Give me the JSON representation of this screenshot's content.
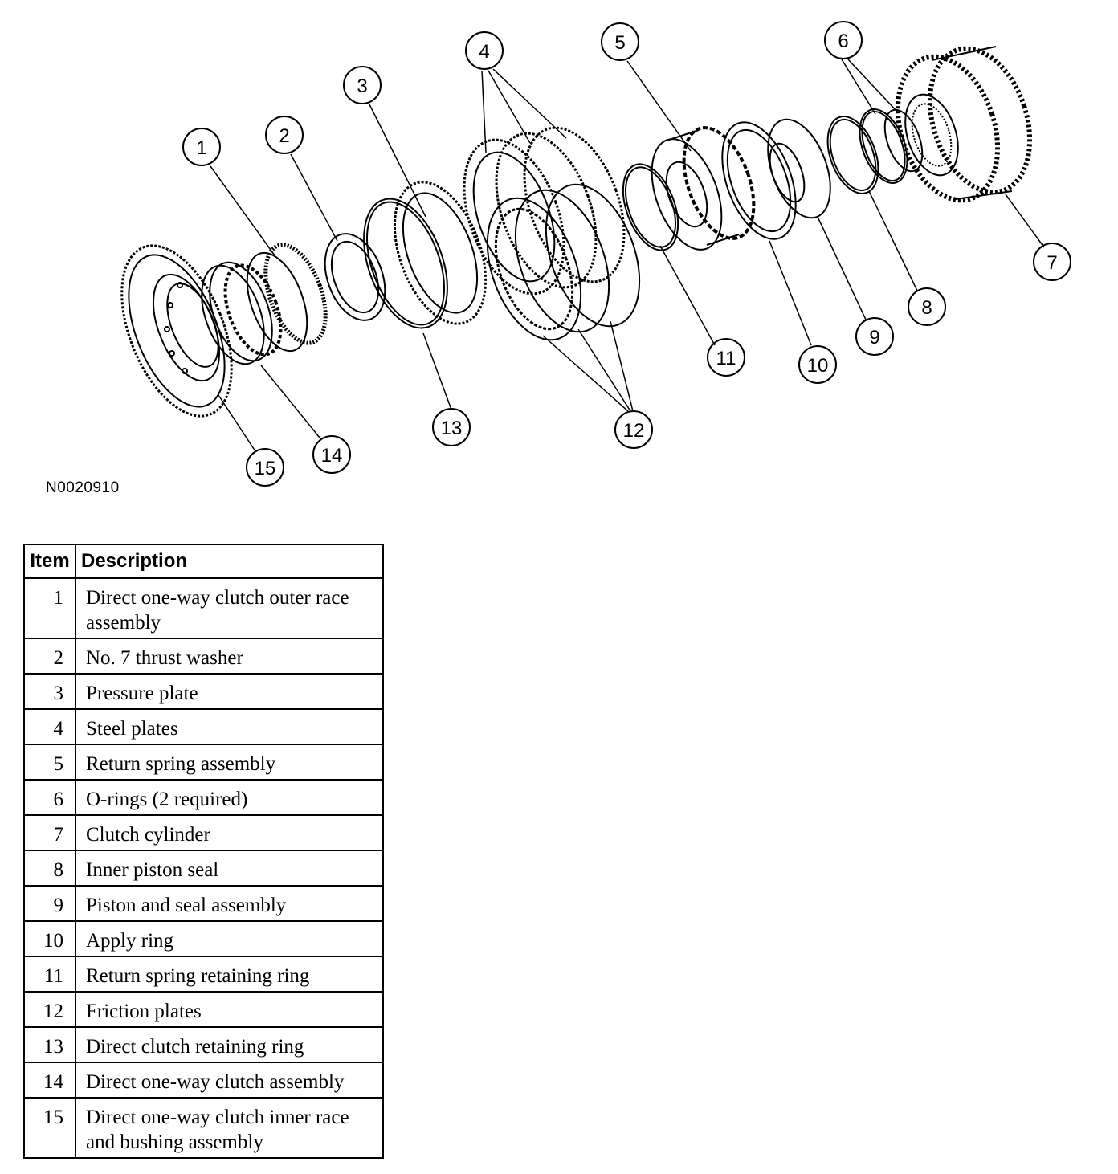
{
  "figure": {
    "id": "N0020910",
    "callouts": [
      "1",
      "2",
      "3",
      "4",
      "5",
      "6",
      "7",
      "8",
      "9",
      "10",
      "11",
      "12",
      "13",
      "14",
      "15"
    ]
  },
  "table": {
    "header": {
      "item": "Item",
      "description": "Description"
    },
    "rows": [
      {
        "item": "1",
        "description": "Direct one-way clutch outer race assembly"
      },
      {
        "item": "2",
        "description": "No. 7 thrust washer"
      },
      {
        "item": "3",
        "description": "Pressure plate"
      },
      {
        "item": "4",
        "description": "Steel plates"
      },
      {
        "item": "5",
        "description": "Return spring assembly"
      },
      {
        "item": "6",
        "description": "O-rings (2 required)"
      },
      {
        "item": "7",
        "description": "Clutch cylinder"
      },
      {
        "item": "8",
        "description": "Inner piston seal"
      },
      {
        "item": "9",
        "description": "Piston and seal assembly"
      },
      {
        "item": "10",
        "description": "Apply ring"
      },
      {
        "item": "11",
        "description": "Return spring retaining ring"
      },
      {
        "item": "12",
        "description": "Friction plates"
      },
      {
        "item": "13",
        "description": "Direct clutch retaining ring"
      },
      {
        "item": "14",
        "description": "Direct one-way clutch assembly"
      },
      {
        "item": "15",
        "description": "Direct one-way clutch inner race and bushing assembly"
      }
    ]
  }
}
